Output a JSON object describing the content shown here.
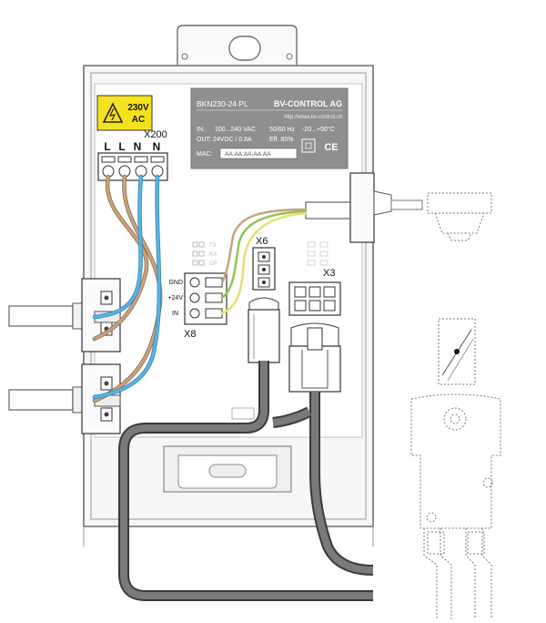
{
  "warning_label": {
    "line1": "230V",
    "line2": "AC"
  },
  "terminal_x200": {
    "name": "X200",
    "pins": [
      "L",
      "L",
      "N",
      "N"
    ]
  },
  "nameplate": {
    "model": "BKN230-24 PL",
    "brand": "BV-CONTROL AG",
    "url": "http://www.bv-control.ch",
    "input_label": "IN:",
    "input_value": "100...240 VAC",
    "frequency": "50/60 Hz",
    "temperature": "-20...+50°C",
    "output_label": "OUT: 24VDC / 0.8A",
    "efficiency": "Eff. 85%",
    "mac_label": "MAC:",
    "mac_value": "AA:AA:AA:AA:AA",
    "ce_mark": "CE"
  },
  "status_labels": [
    "TX",
    "RX",
    "GP"
  ],
  "terminal_x8": {
    "name": "X8",
    "pins": [
      "GND",
      "+24V",
      "IN"
    ]
  },
  "connector_x6": {
    "name": "X6"
  },
  "connector_x3": {
    "name": "X3"
  },
  "colors": {
    "housing_stroke": "#6e6e6e",
    "cable_gray": "#7a7a7a",
    "cable_dark": "#4a4a4a",
    "wire_brown": "#c8a27c",
    "wire_blue": "#5ab4e0",
    "wire_green": "#8fc45a",
    "wire_yellow": "#e8e070",
    "warning_yellow": "#f4e31c",
    "nameplate_bg": "#8f8f8f"
  }
}
